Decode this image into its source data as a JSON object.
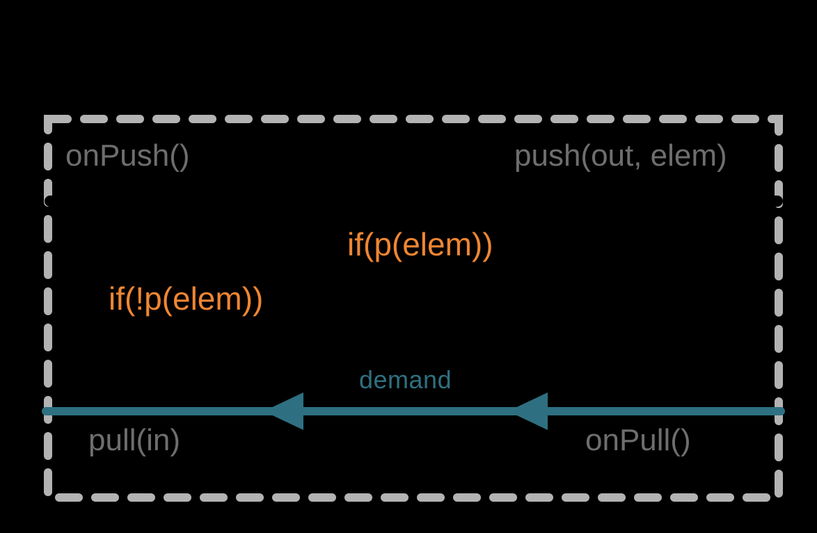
{
  "diagram": {
    "title": "stream-stage push-pull diagram",
    "colors": {
      "background": "#000000",
      "border_gray": "#b3b3b3",
      "label_gray": "#6e6e6e",
      "accent_orange": "#ef8633",
      "accent_teal": "#2e7081",
      "cut_black": "#000000"
    },
    "labels": {
      "on_push": "onPush()",
      "push_out": "push(out, elem)",
      "predicate_true": "if(p(elem))",
      "predicate_false": "if(!p(elem))",
      "demand": "demand",
      "pull_in": "pull(in)",
      "on_pull": "onPull()"
    }
  }
}
